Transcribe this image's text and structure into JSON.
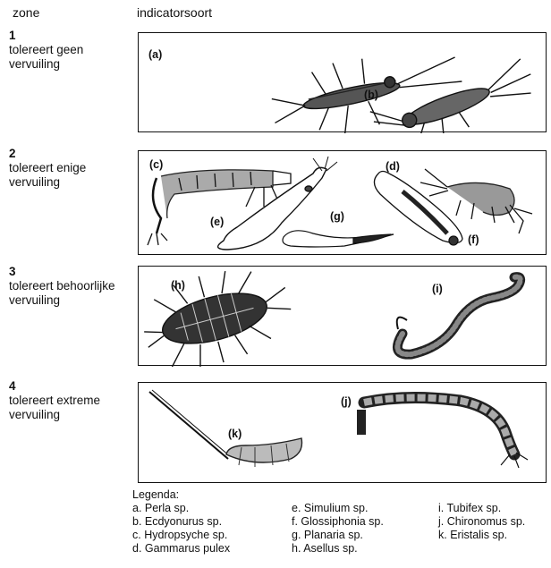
{
  "header": {
    "zone": "zone",
    "indicator": "indicatorsoort"
  },
  "zones": [
    {
      "num": "1",
      "line1": "tolereert geen",
      "line2": "vervuiling"
    },
    {
      "num": "2",
      "line1": "tolereert enige",
      "line2": "vervuiling"
    },
    {
      "num": "3",
      "line1": "tolereert behoorlijke",
      "line2": "vervuiling"
    },
    {
      "num": "4",
      "line1": "tolereert extreme",
      "line2": "vervuiling"
    }
  ],
  "tags": {
    "a": "(a)",
    "b": "(b)",
    "c": "(c)",
    "d": "(d)",
    "e": "(e)",
    "f": "(f)",
    "g": "(g)",
    "h": "(h)",
    "i": "(i)",
    "j": "(j)",
    "k": "(k)"
  },
  "legend": {
    "title": "Legenda:",
    "col1": [
      "a. Perla sp.",
      "b. Ecdyonurus sp.",
      "c. Hydropsyche sp.",
      "d. Gammarus pulex"
    ],
    "col2": [
      "e. Simulium sp.",
      "f. Glossiphonia sp.",
      "g. Planaria sp.",
      "h. Asellus sp."
    ],
    "col3": [
      "i. Tubifex sp.",
      "j. Chironomus sp.",
      "k. Eristalis sp."
    ]
  }
}
